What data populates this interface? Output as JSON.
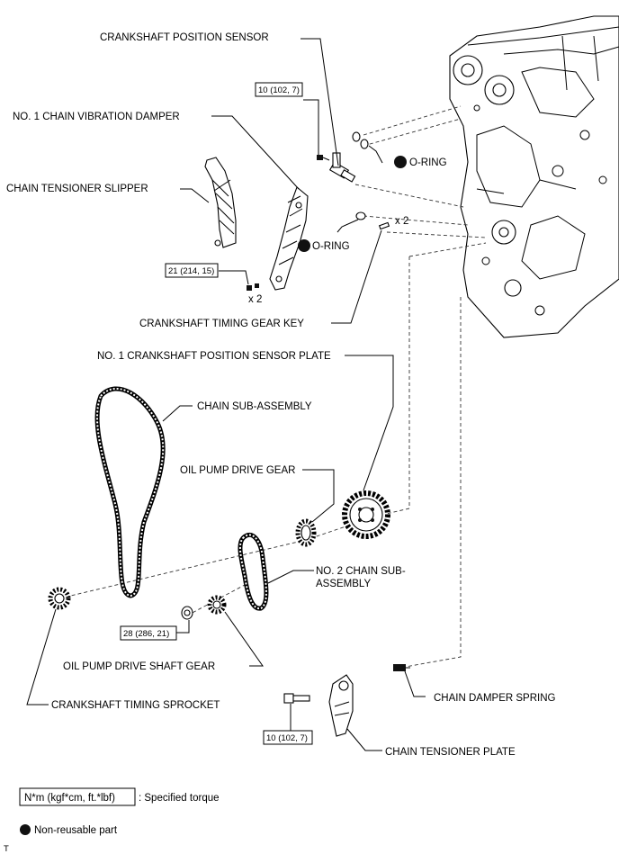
{
  "labels": {
    "crankshaft_position_sensor": "CRANKSHAFT POSITION SENSOR",
    "no1_chain_vibration_damper": "NO. 1 CHAIN VIBRATION DAMPER",
    "chain_tensioner_slipper": "CHAIN TENSIONER SLIPPER",
    "o_ring_upper": "O-RING",
    "o_ring_lower": "O-RING",
    "crankshaft_timing_gear_key": "CRANKSHAFT TIMING GEAR KEY",
    "no1_crankshaft_position_sensor_plate": "NO. 1 CRANKSHAFT POSITION SENSOR PLATE",
    "chain_sub_assembly": "CHAIN SUB-ASSEMBLY",
    "oil_pump_drive_gear": "OIL PUMP DRIVE GEAR",
    "no2_chain_sub_assembly_line1": "NO. 2 CHAIN SUB-",
    "no2_chain_sub_assembly_line2": "ASSEMBLY",
    "oil_pump_drive_shaft_gear": "OIL PUMP DRIVE SHAFT GEAR",
    "crankshaft_timing_sprocket": "CRANKSHAFT TIMING SPROCKET",
    "chain_damper_spring": "CHAIN DAMPER SPRING",
    "chain_tensioner_plate": "CHAIN TENSIONER PLATE"
  },
  "torques": {
    "sensor_bolt": "10 (102, 7)",
    "damper_bolt": "21 (214, 15)",
    "shaft_gear_nut": "28 (286, 21)",
    "tensioner_plate_bolt": "10 (102, 7)"
  },
  "quantities": {
    "gear_key": "x 2",
    "damper_bolt": "x 2"
  },
  "legend": {
    "torque_box": "N*m (kgf*cm, ft.*lbf)",
    "torque_desc": ": Specified torque",
    "non_reusable": "Non-reusable part"
  },
  "corner_mark": "T"
}
